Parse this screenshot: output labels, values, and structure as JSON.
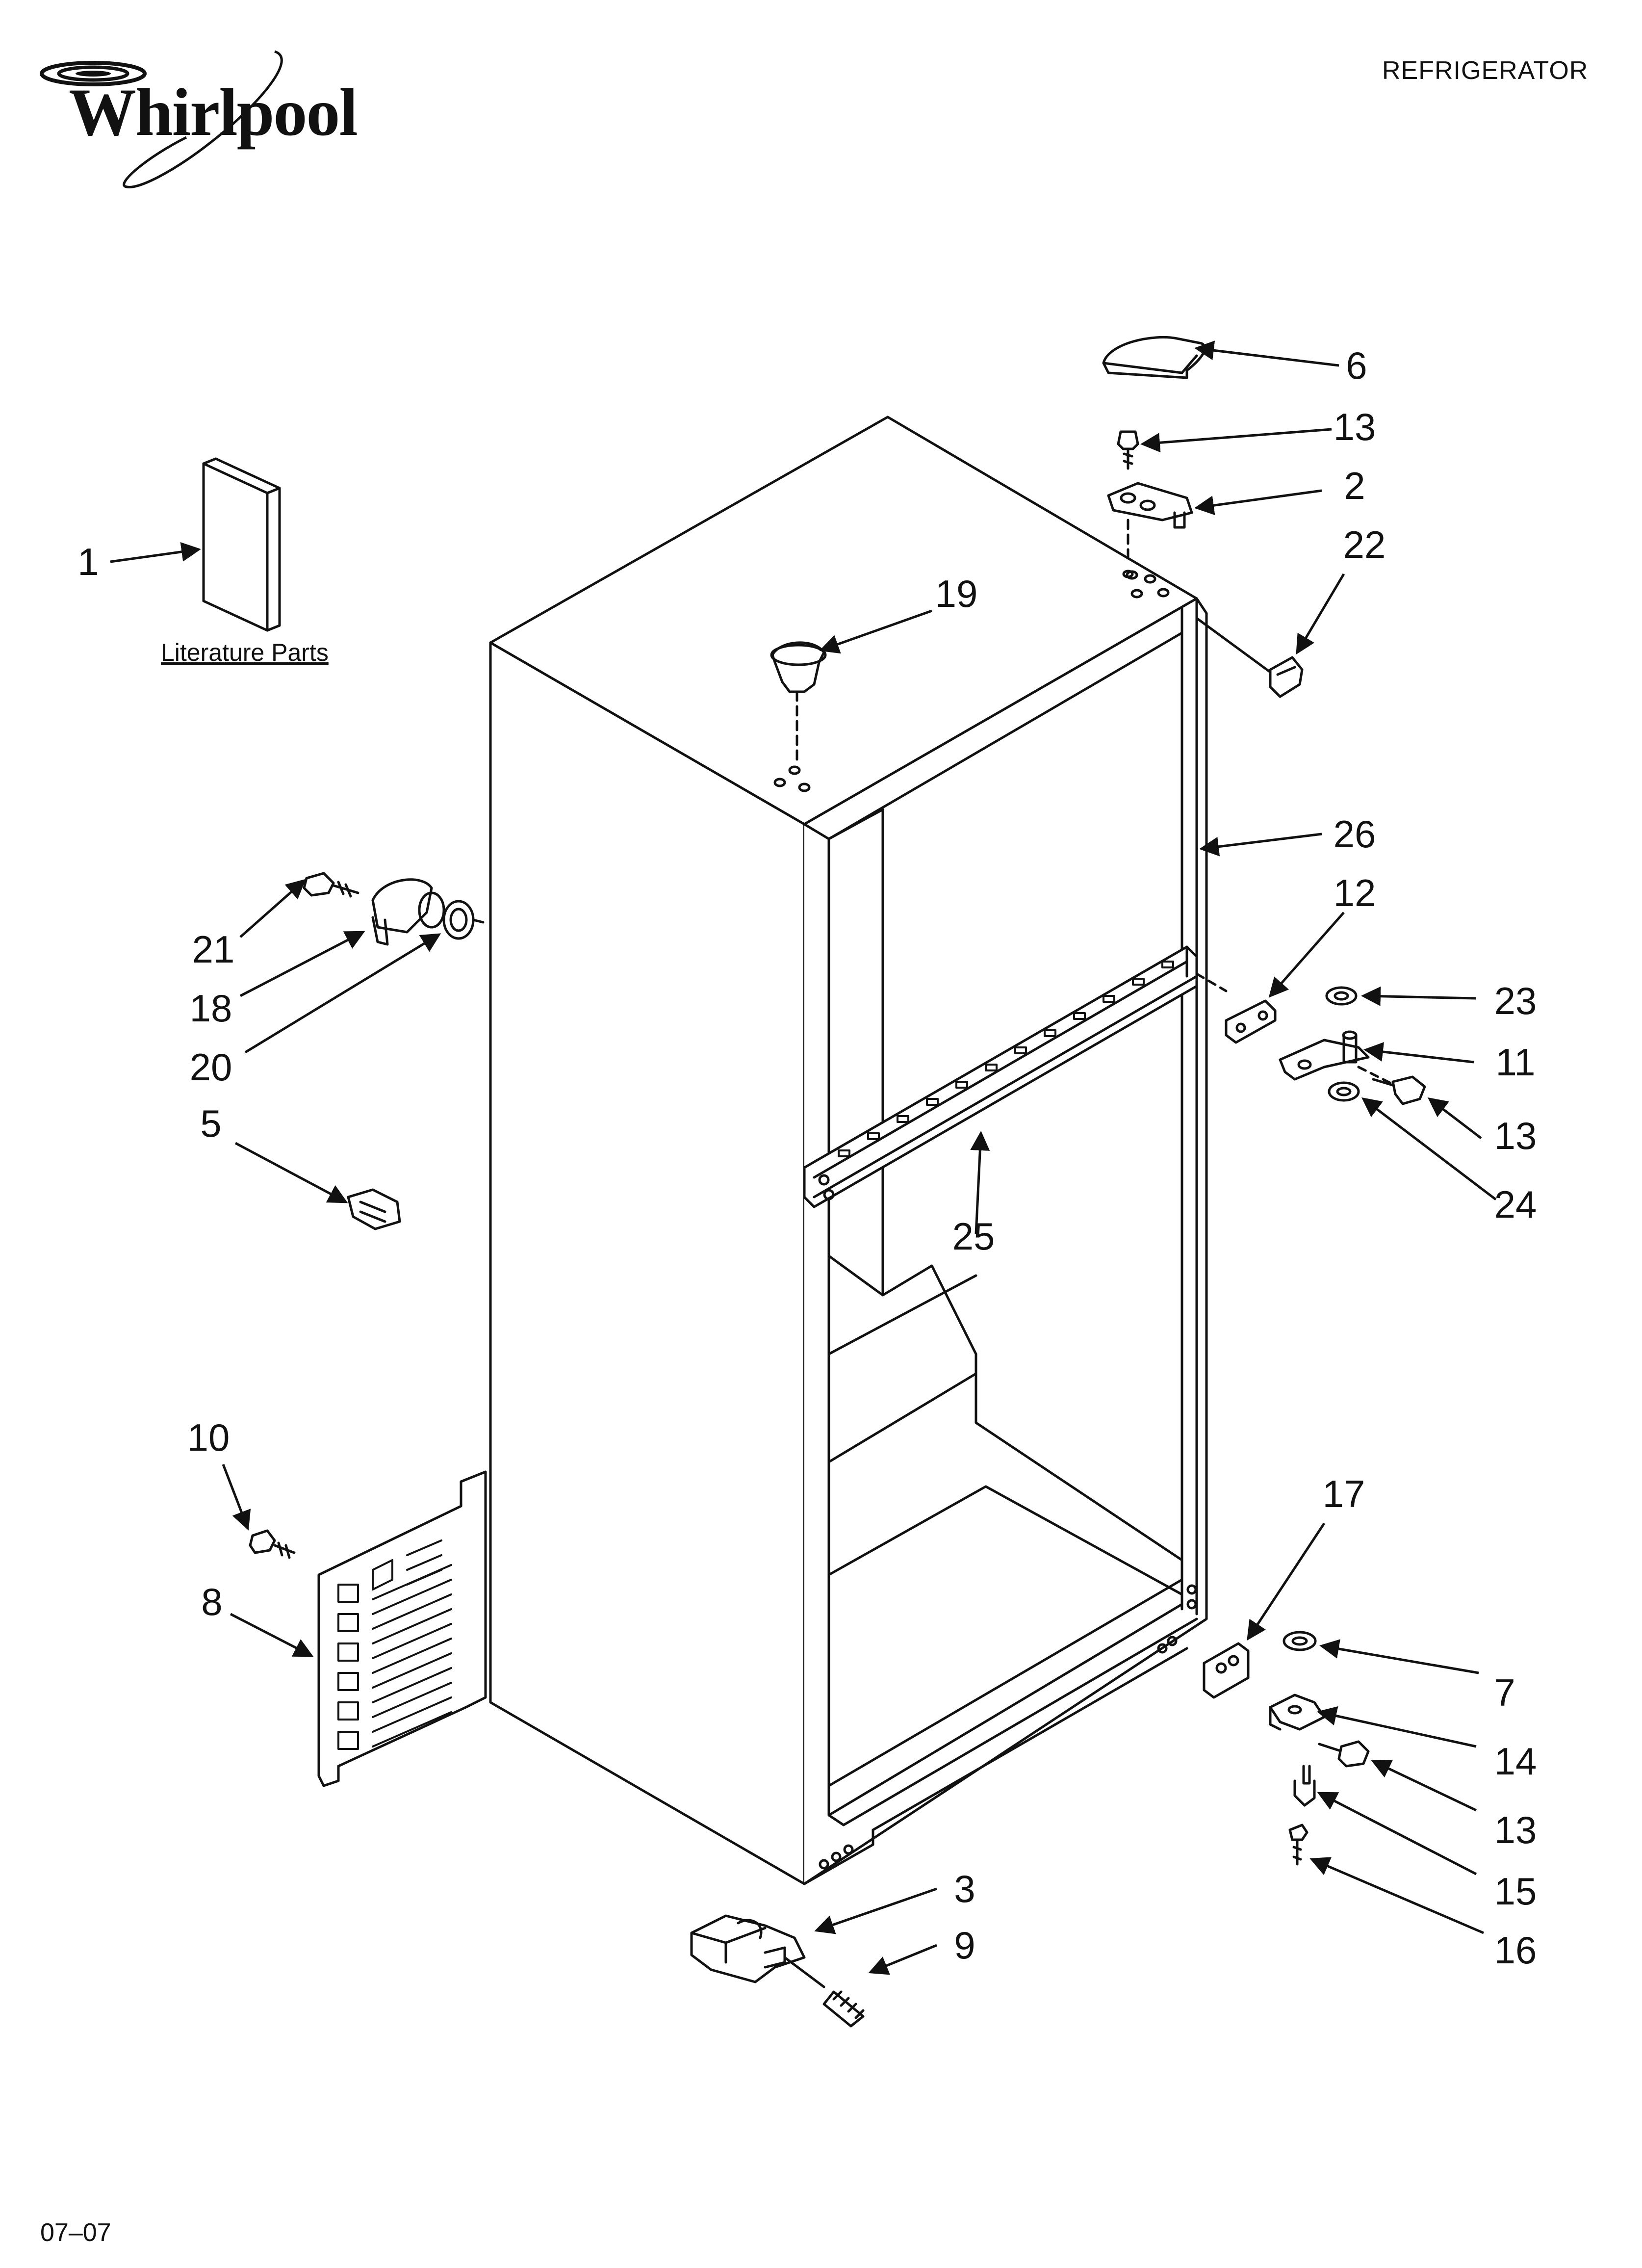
{
  "brand": {
    "name": "Whirlpool"
  },
  "header": {
    "category": "REFRIGERATOR"
  },
  "footer": {
    "date_code": "07–07"
  },
  "literature": {
    "caption": "Literature Parts"
  },
  "callouts": [
    {
      "id": "1",
      "label": "1"
    },
    {
      "id": "2",
      "label": "2"
    },
    {
      "id": "3",
      "label": "3"
    },
    {
      "id": "5",
      "label": "5"
    },
    {
      "id": "6",
      "label": "6"
    },
    {
      "id": "7",
      "label": "7"
    },
    {
      "id": "8",
      "label": "8"
    },
    {
      "id": "9",
      "label": "9"
    },
    {
      "id": "10",
      "label": "10"
    },
    {
      "id": "11",
      "label": "11"
    },
    {
      "id": "12",
      "label": "12"
    },
    {
      "id": "13a",
      "label": "13"
    },
    {
      "id": "13b",
      "label": "13"
    },
    {
      "id": "13c",
      "label": "13"
    },
    {
      "id": "14",
      "label": "14"
    },
    {
      "id": "15",
      "label": "15"
    },
    {
      "id": "16",
      "label": "16"
    },
    {
      "id": "17",
      "label": "17"
    },
    {
      "id": "18",
      "label": "18"
    },
    {
      "id": "19",
      "label": "19"
    },
    {
      "id": "20",
      "label": "20"
    },
    {
      "id": "21",
      "label": "21"
    },
    {
      "id": "22",
      "label": "22"
    },
    {
      "id": "23",
      "label": "23"
    },
    {
      "id": "24",
      "label": "24"
    },
    {
      "id": "25",
      "label": "25"
    },
    {
      "id": "26",
      "label": "26"
    }
  ]
}
